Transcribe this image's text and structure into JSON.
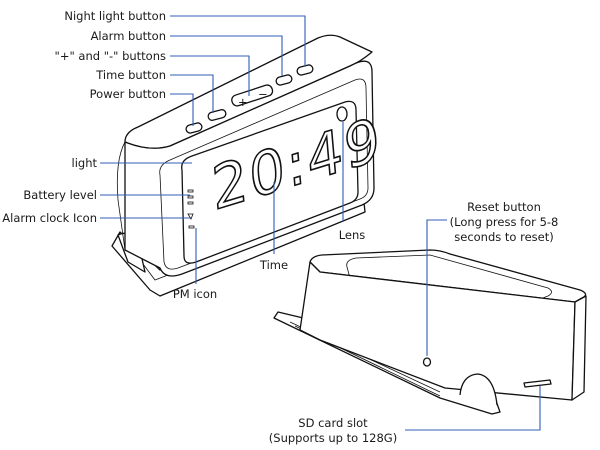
{
  "labels": {
    "night_light_button": "Night light button",
    "alarm_button": "Alarm button",
    "plus_minus_buttons": "\"+\" and \"-\" buttons",
    "time_button": "Time button",
    "power_button": "Power button",
    "light": "light",
    "battery_level": "Battery level",
    "alarm_clock_icon": "Alarm clock Icon",
    "pm_icon": "PM icon",
    "time": "Time",
    "lens": "Lens",
    "reset_button_line1": "Reset button",
    "reset_button_line2": "(Long press for 5-8",
    "reset_button_line3": "seconds to reset)",
    "sd_card_slot_line1": "SD card slot",
    "sd_card_slot_line2": "(Supports up to 128G)"
  },
  "display": {
    "time": "20:49",
    "plus": "+",
    "minus": "−"
  },
  "colors": {
    "leader_lines": "#2f5fb5",
    "outline": "#111111"
  }
}
